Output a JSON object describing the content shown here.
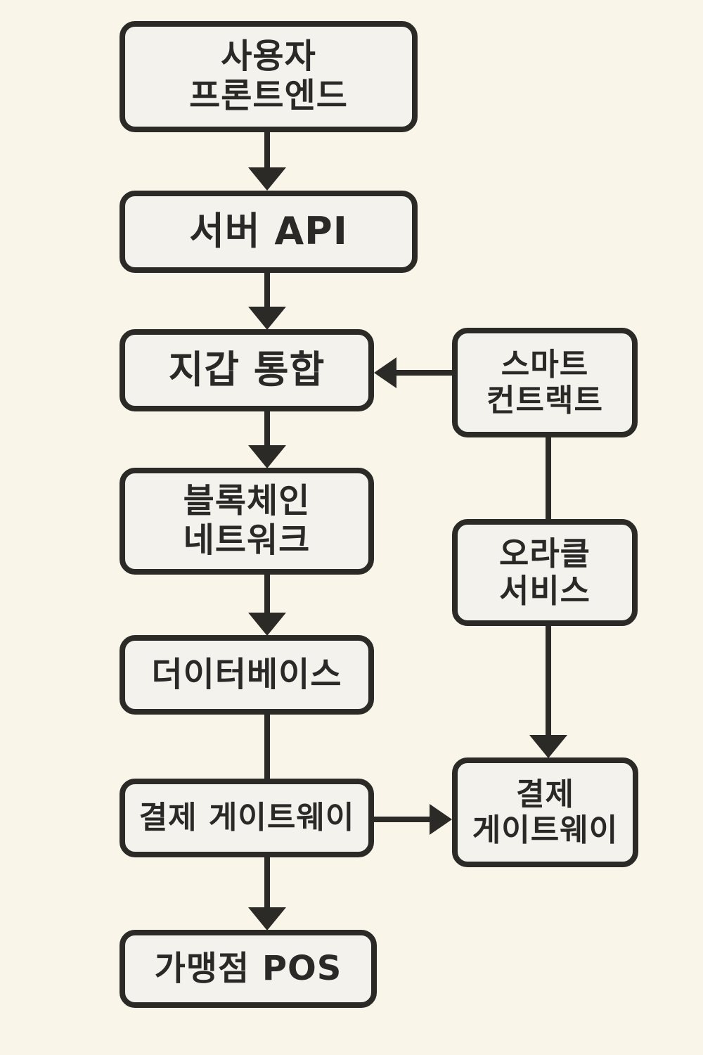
{
  "diagram": {
    "type": "flowchart",
    "background_color": "#f9f5e9",
    "node_fill_color": "#f3f2ed",
    "line_color": "#2b2a27",
    "text_color": "#2a2927",
    "nodes": [
      {
        "id": "user-frontend",
        "lines": [
          "사용자",
          "프론트엔드"
        ]
      },
      {
        "id": "server-api",
        "lines": [
          "서버 API"
        ]
      },
      {
        "id": "wallet-integration",
        "lines": [
          "지갑 통합"
        ]
      },
      {
        "id": "blockchain-network",
        "lines": [
          "블록체인",
          "네트워크"
        ]
      },
      {
        "id": "database",
        "lines": [
          "더이터베이스"
        ]
      },
      {
        "id": "payment-gateway-left",
        "lines": [
          "결제 게이트웨이"
        ]
      },
      {
        "id": "merchant-pos",
        "lines": [
          "가맹점 POS"
        ]
      },
      {
        "id": "smart-contract",
        "lines": [
          "스마트",
          "컨트랙트"
        ]
      },
      {
        "id": "oracle-service",
        "lines": [
          "오라클",
          "서비스"
        ]
      },
      {
        "id": "payment-gateway-right",
        "lines": [
          "결제",
          "게이트웨이"
        ]
      }
    ],
    "edges": [
      {
        "from": "user-frontend",
        "to": "server-api",
        "direction": "down",
        "arrowhead": true
      },
      {
        "from": "server-api",
        "to": "wallet-integration",
        "direction": "down",
        "arrowhead": true
      },
      {
        "from": "smart-contract",
        "to": "wallet-integration",
        "direction": "left",
        "arrowhead": true
      },
      {
        "from": "wallet-integration",
        "to": "blockchain-network",
        "direction": "down",
        "arrowhead": true
      },
      {
        "from": "blockchain-network",
        "to": "database",
        "direction": "down",
        "arrowhead": true
      },
      {
        "from": "database",
        "to": "payment-gateway-left",
        "direction": "down",
        "arrowhead": false
      },
      {
        "from": "smart-contract",
        "to": "oracle-service",
        "direction": "down",
        "arrowhead": false
      },
      {
        "from": "oracle-service",
        "to": "payment-gateway-right",
        "direction": "down",
        "arrowhead": true
      },
      {
        "from": "payment-gateway-left",
        "to": "payment-gateway-right",
        "direction": "right",
        "arrowhead": true
      },
      {
        "from": "payment-gateway-left",
        "to": "merchant-pos",
        "direction": "down",
        "arrowhead": true
      }
    ]
  }
}
